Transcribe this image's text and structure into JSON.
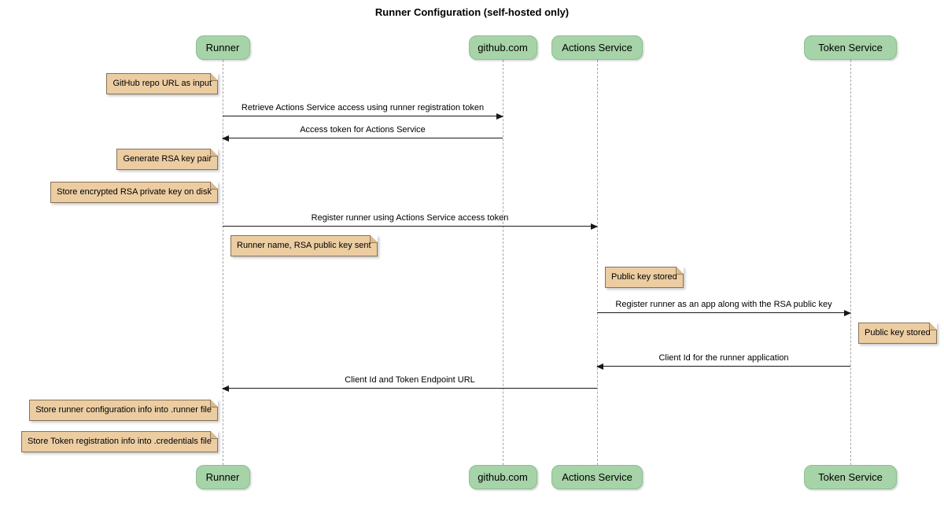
{
  "title": "Runner Configuration (self-hosted only)",
  "diagram": {
    "type": "sequence",
    "participants": [
      {
        "id": "runner",
        "label": "Runner"
      },
      {
        "id": "github",
        "label": "github.com"
      },
      {
        "id": "actions",
        "label": "Actions Service"
      },
      {
        "id": "token",
        "label": "Token Service"
      }
    ],
    "messages": [
      {
        "from": "runner",
        "to": "github",
        "text": "Retrieve Actions Service access using runner registration token"
      },
      {
        "from": "github",
        "to": "runner",
        "text": "Access token for Actions Service"
      },
      {
        "from": "runner",
        "to": "actions",
        "text": "Register runner using Actions Service access token"
      },
      {
        "from": "actions",
        "to": "token",
        "text": "Register runner as an app along with the RSA public key"
      },
      {
        "from": "token",
        "to": "actions",
        "text": "Client Id for the runner application"
      },
      {
        "from": "actions",
        "to": "runner",
        "text": "Client Id and Token Endpoint URL"
      }
    ],
    "notes": [
      {
        "of": "runner",
        "side": "left",
        "text": "GitHub repo URL as input"
      },
      {
        "of": "runner",
        "side": "left",
        "text": "Generate RSA key pair"
      },
      {
        "of": "runner",
        "side": "left",
        "text": "Store encrypted RSA private key on disk"
      },
      {
        "of": "runner",
        "side": "right",
        "text": "Runner name, RSA public key sent"
      },
      {
        "of": "actions",
        "side": "right",
        "text": "Public key stored"
      },
      {
        "of": "token",
        "side": "right",
        "text": "Public key stored"
      },
      {
        "of": "runner",
        "side": "left",
        "text": "Store runner configuration info into .runner file"
      },
      {
        "of": "runner",
        "side": "left",
        "text": "Store Token registration info into .credentials file"
      }
    ],
    "colors": {
      "participant_fill": "#A6D3A8",
      "participant_border": "#8CBE91",
      "note_fill": "#ECCDA2",
      "note_border": "#877356",
      "note_fold": "#DDB98C",
      "lifeline": "#A6A6A6",
      "arrow": "#181818"
    }
  }
}
